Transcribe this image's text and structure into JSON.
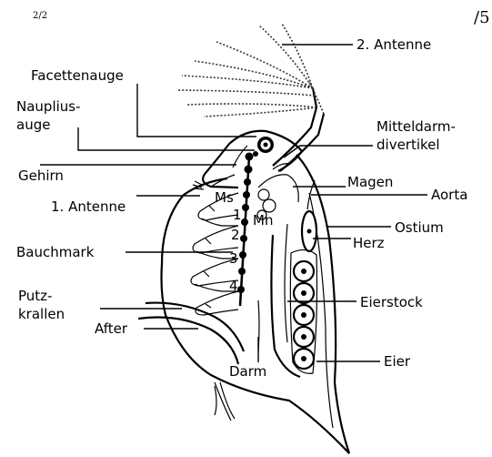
{
  "page": {
    "counter": "2/2",
    "corner_mark": "/5"
  },
  "labels": {
    "antenne2": "2. Antenne",
    "facettenauge": "Facettenauge",
    "naupliusauge_1": "Nauplius-",
    "naupliusauge_2": "auge",
    "mitteldarm_1": "Mitteldarm-",
    "mitteldarm_2": "divertikel",
    "gehirn": "Gehirn",
    "magen": "Magen",
    "aorta": "Aorta",
    "antenne1": "1. Antenne",
    "ms": "Ms",
    "mn": "Mn",
    "ostium": "Ostium",
    "herz": "Herz",
    "bauchmark": "Bauchmark",
    "segments": [
      "1",
      "2",
      "3",
      "4"
    ],
    "putzkrallen_1": "Putz-",
    "putzkrallen_2": "krallen",
    "eierstock": "Eierstock",
    "after": "After",
    "eier": "Eier",
    "darm": "Darm"
  }
}
